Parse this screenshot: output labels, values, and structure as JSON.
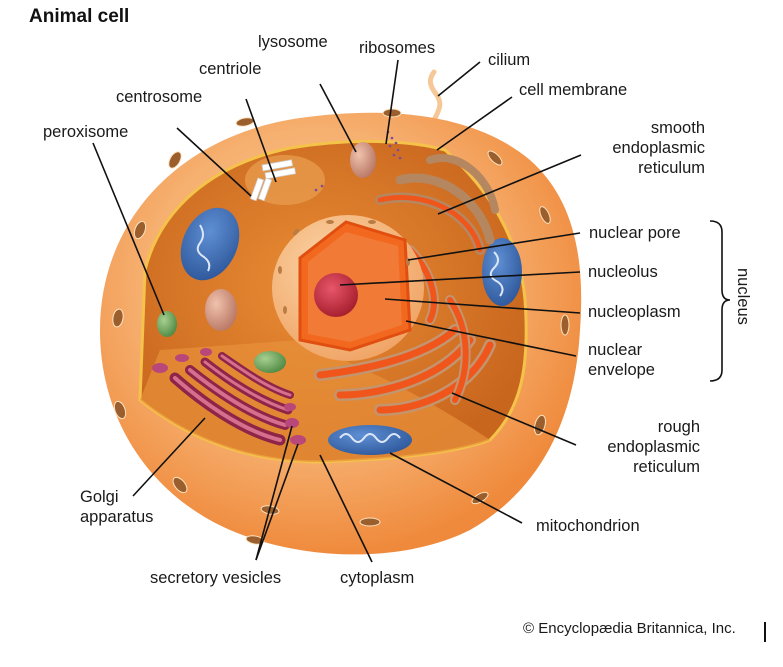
{
  "title": "Animal cell",
  "credit": "© Encyclopædia Britannica, Inc.",
  "bracket_label": "nucleus",
  "labels": {
    "lysosome": "lysosome",
    "ribosomes": "ribosomes",
    "cilium": "cilium",
    "centriole": "centriole",
    "centrosome": "centrosome",
    "cell_membrane": "cell membrane",
    "peroxisome": "peroxisome",
    "smooth_er": [
      "smooth",
      "endoplasmic",
      "reticulum"
    ],
    "nuclear_pore": "nuclear pore",
    "nucleolus": "nucleolus",
    "nucleoplasm": "nucleoplasm",
    "nuclear_envelope": [
      "nuclear",
      "envelope"
    ],
    "rough_er": [
      "rough",
      "endoplasmic",
      "reticulum"
    ],
    "mitochondrion": "mitochondrion",
    "golgi": [
      "Golgi",
      "apparatus"
    ],
    "secretory_vesicles": "secretory vesicles",
    "cytoplasm": "cytoplasm"
  },
  "colors": {
    "membrane_outer": "#f6b577",
    "membrane_inner": "#f08a3c",
    "cytoplasm": "#d9782a",
    "nucleus_shell": "#f7c48e",
    "nucleus_cut": "#f2681f",
    "nucleolus": "#c42a3a",
    "mitochondrion": "#3f6fb5",
    "golgi": "#a8345a",
    "er": "#f0561c",
    "peroxisome": "#6aa25a",
    "lysosome": "#c98b78",
    "leader_line": "#111111"
  }
}
